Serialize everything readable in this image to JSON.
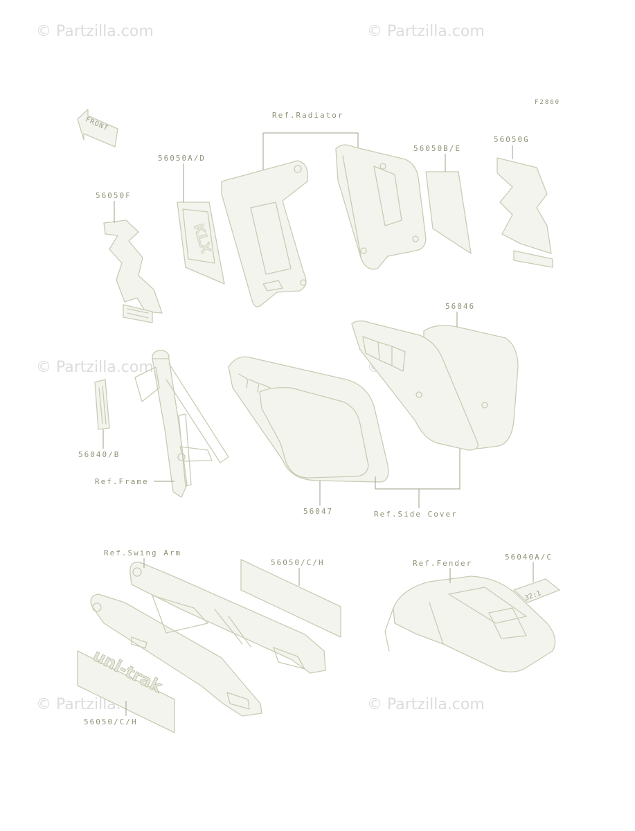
{
  "diagram": {
    "figure_code": "F2860",
    "front_label": "FRONT",
    "uni_trak_text": "uni-trak",
    "klx_text": "KLX",
    "decal_text": "32:1",
    "labels": {
      "ref_radiator": "Ref.Radiator",
      "p56050bE": "56050B/E",
      "p56050g": "56050G",
      "p56050aD": "56050A/D",
      "p56050f": "56050F",
      "p56046": "56046",
      "p56040b": "56040/B",
      "ref_frame": "Ref.Frame",
      "p56047": "56047",
      "ref_side_cover": "Ref.Side Cover",
      "ref_swing_arm": "Ref.Swing Arm",
      "p56050cH_top": "56050/C/H",
      "p56040aC": "56040A/C",
      "ref_fender": "Ref.Fender",
      "p56050cH_bottom": "56050/C/H"
    },
    "watermark": "© Partzilla.com"
  },
  "colors": {
    "line": "#c7ccb4",
    "label": "#8f9478",
    "watermark": "#dcdcdc"
  }
}
